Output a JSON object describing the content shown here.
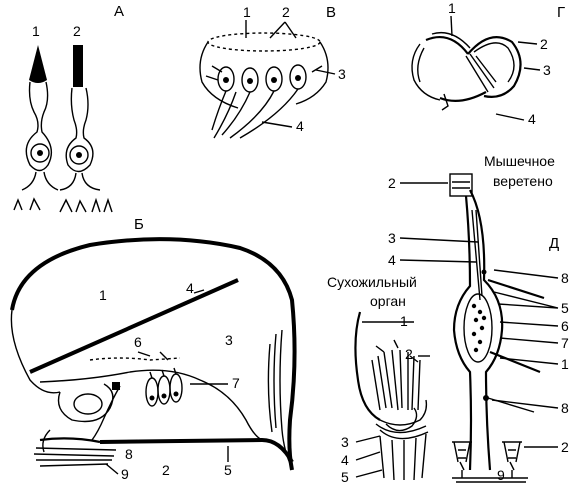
{
  "panels": {
    "A": {
      "letter": "А",
      "labels": [
        "1",
        "2"
      ]
    },
    "B": {
      "letter": "Б",
      "labels": [
        "1",
        "2",
        "3",
        "4",
        "5",
        "6",
        "7",
        "8",
        "9"
      ]
    },
    "V": {
      "letter": "В",
      "labels": [
        "1",
        "2",
        "3",
        "4"
      ]
    },
    "G": {
      "letter": "Г",
      "labels": [
        "1",
        "2",
        "3",
        "4"
      ]
    },
    "D": {
      "letter": "Д",
      "spindle_title_line1": "Мышечное",
      "spindle_title_line2": "веретено",
      "tendon_title_line1": "Сухожильный",
      "tendon_title_line2": "орган",
      "spindle_labels": [
        "2",
        "3",
        "4",
        "8",
        "5",
        "6",
        "7",
        "1",
        "8",
        "2",
        "9"
      ],
      "tendon_labels": [
        "1",
        "2",
        "3",
        "4",
        "5"
      ]
    }
  }
}
